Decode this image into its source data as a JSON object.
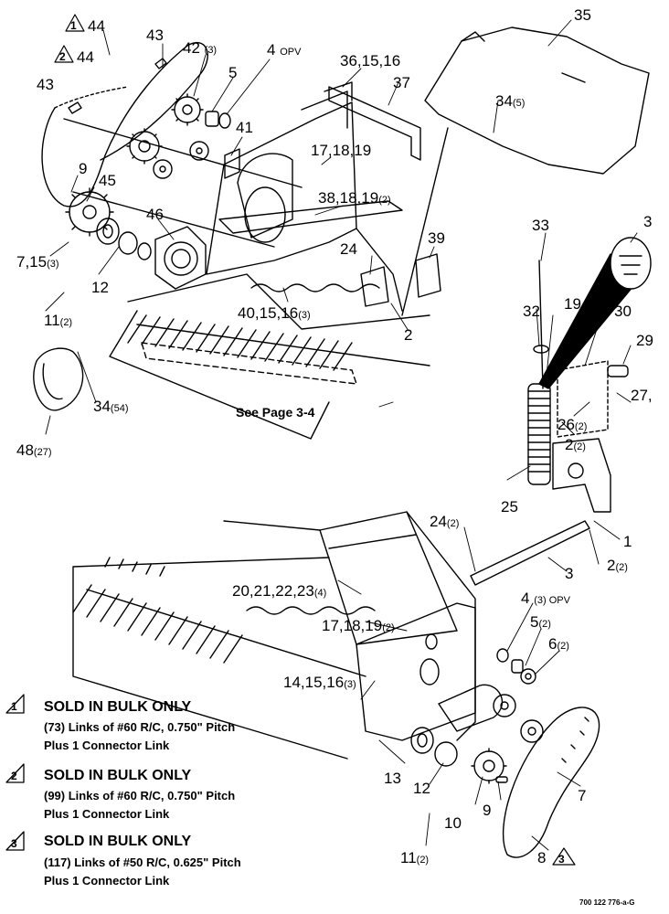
{
  "labels": {
    "l_44a": "44",
    "l_44b": "44",
    "l_43a": "43",
    "l_43b": "43",
    "l_42": "42",
    "l_42q": "(3)",
    "l_5a": "5",
    "l_4": "4",
    "l_4q": "OPV",
    "l_36": "36,15,16",
    "l_35": "35",
    "l_37": "37",
    "l_41": "41",
    "l_17a": "17,18,19",
    "l_34a": "34",
    "l_34aq": "(5)",
    "l_9a": "9",
    "l_45": "45",
    "l_38": "38,18,19",
    "l_38q": "(2)",
    "l_46": "46",
    "l_39": "39",
    "l_33": "33",
    "l_3a": "3",
    "l_7a": "7,15",
    "l_7aq": "(3)",
    "l_24a": "24",
    "l_12a": "12",
    "l_11a": "11",
    "l_11aq": "(2)",
    "l_40": "40,15,16",
    "l_40q": "(3)",
    "l_2a": "2",
    "l_32": "32",
    "l_19": "19",
    "l_30": "30",
    "l_29": "29",
    "l_34b": "34",
    "l_34bq": "(54)",
    "l_seepage": "See Page 3-4",
    "l_27": "27,",
    "l_26": "26",
    "l_26q": "(2)",
    "l_2b": "2",
    "l_2bq": "(2)",
    "l_48": "48",
    "l_48q": "(27)",
    "l_25": "25",
    "l_24b": "24",
    "l_24bq": "(2)",
    "l_1": "1",
    "l_3b": "3",
    "l_2c": "2",
    "l_2cq": "(2)",
    "l_20": "20,21,22,23",
    "l_20q": "(4)",
    "l_4b": "4",
    "l_4bq": "(3) OPV",
    "l_5b": "5",
    "l_5bq": "(2)",
    "l_17b": "17,18,19",
    "l_17bq": "(2)",
    "l_6": "6",
    "l_6q": "(2)",
    "l_14": "14,15,16",
    "l_14q": "(3)",
    "l_7b": "7",
    "l_13": "13",
    "l_12b": "12",
    "l_9b": "9",
    "l_10": "10",
    "l_11b": "11",
    "l_11bq": "(2)",
    "l_8": "8"
  },
  "notes": [
    {
      "marker": "1",
      "title": "SOLD IN BULK ONLY",
      "line1": "(73) Links of #60 R/C, 0.750\" Pitch",
      "line2": "Plus 1 Connector Link"
    },
    {
      "marker": "2",
      "title": "SOLD IN BULK ONLY",
      "line1": "(99) Links of #60 R/C, 0.750\" Pitch",
      "line2": "Plus 1 Connector Link"
    },
    {
      "marker": "3",
      "title": "SOLD IN BULK ONLY",
      "line1": "(117) Links of #50 R/C, 0.625\" Pitch",
      "line2": "Plus 1 Connector Link"
    }
  ],
  "markers": {
    "m1": "1",
    "m2": "2",
    "m3": "3"
  },
  "drawing_ref": "700 122 776-a-G",
  "colors": {
    "ink": "#000000",
    "paper": "#ffffff"
  }
}
